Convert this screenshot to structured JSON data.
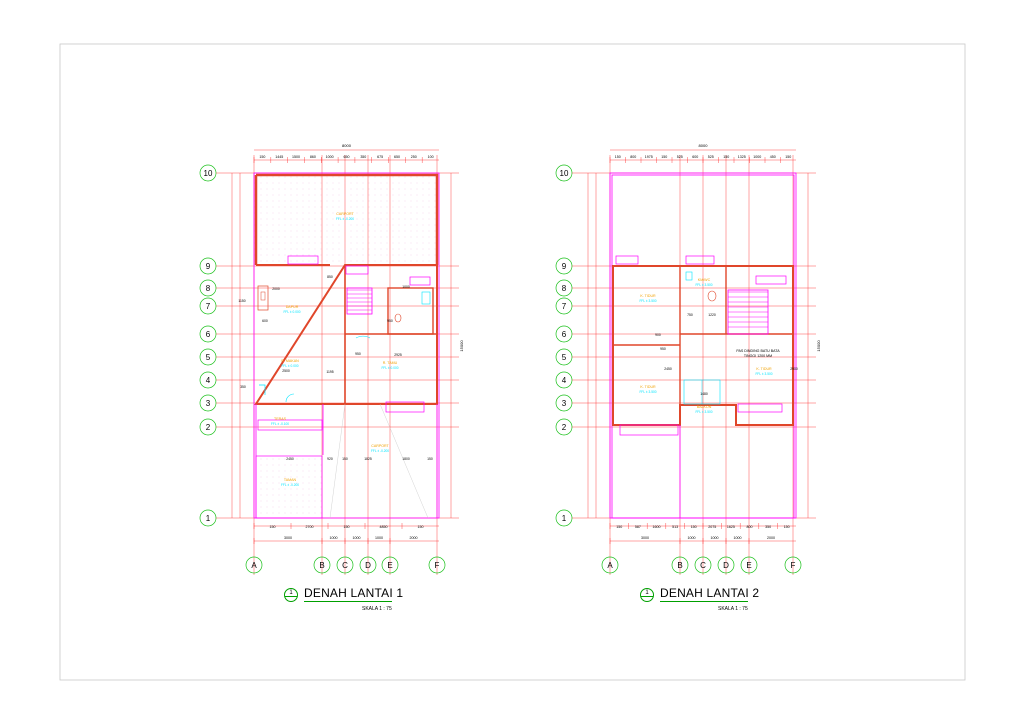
{
  "plans": [
    {
      "title": "DENAH LANTAI 1",
      "scale": "SKALA 1 : 75",
      "ref": "1",
      "top_dims": [
        "150",
        "1445",
        "1500",
        "860",
        "1000",
        "650",
        "350",
        "675",
        "650",
        "250",
        "100"
      ],
      "overall_top": "8000",
      "bottom_dims_1": [
        "150",
        "2700",
        "150",
        "4850",
        "150"
      ],
      "bottom_dims_2": [
        "3000",
        "1000",
        "1000",
        "1000",
        "2000"
      ],
      "rooms": [
        {
          "name": "CARPORT",
          "level": "FFL ± -0.200"
        },
        {
          "name": "DAPUR",
          "level": "FFL ± 0.000"
        },
        {
          "name": "R. MAKAN",
          "level": "FFL ± 0.000"
        },
        {
          "name": "R. TAMU",
          "level": "FFL ± 0.000"
        },
        {
          "name": "TERAS",
          "level": "FFL ± -0.100"
        },
        {
          "name": "CARPORT",
          "level": "FFL ± -0.200"
        },
        {
          "name": "TAMAN",
          "level": "FFL ± -0.200"
        }
      ],
      "inner_dims": [
        "2000",
        "600",
        "2500",
        "1195",
        "950",
        "2925",
        "2450",
        "920",
        "150",
        "1825",
        "1800",
        "150",
        "1000",
        "950",
        "850",
        "1150",
        "350"
      ]
    },
    {
      "title": "DENAH LANTAI 2",
      "scale": "SKALA 1 : 75",
      "ref": "1",
      "top_dims": [
        "150",
        "800",
        "1975",
        "150",
        "525",
        "600",
        "525",
        "150",
        "1325",
        "1000",
        "450",
        "150"
      ],
      "overall_top": "8000",
      "bottom_dims_1": [
        "150",
        "587",
        "1600",
        "513",
        "150",
        "2075",
        "1625",
        "800",
        "350",
        "150"
      ],
      "bottom_dims_2": [
        "3000",
        "1000",
        "1000",
        "1000",
        "2000"
      ],
      "rooms": [
        {
          "name": "K. TIDUR",
          "level": "FFL ± 3.500"
        },
        {
          "name": "KM/WC",
          "level": "FFL ± 3.500"
        },
        {
          "name": "K. TIDUR",
          "level": "FFL ± 3.500"
        },
        {
          "name": "K. TIDUR",
          "level": "FFL ± 3.500"
        },
        {
          "name": "BALKON",
          "level": "FFL ± 3.500"
        }
      ],
      "note": "PAS DINDING BATU BATA TINGGI 1200 MM",
      "inner_dims": [
        "750",
        "1220",
        "1480",
        "2450",
        "900",
        "950",
        "2900"
      ]
    }
  ],
  "grid_rows": [
    "10",
    "9",
    "8",
    "7",
    "6",
    "5",
    "4",
    "3",
    "2",
    "1"
  ],
  "grid_cols": [
    "A",
    "B",
    "C",
    "D",
    "E",
    "F"
  ],
  "side_total": "15000",
  "colors": {
    "grid": "#ff2020",
    "wall": "#e0462a",
    "magenta": "#ff00ff",
    "cyan": "#00e5ff",
    "bubble": "#19c019",
    "room": "#f0a000"
  }
}
